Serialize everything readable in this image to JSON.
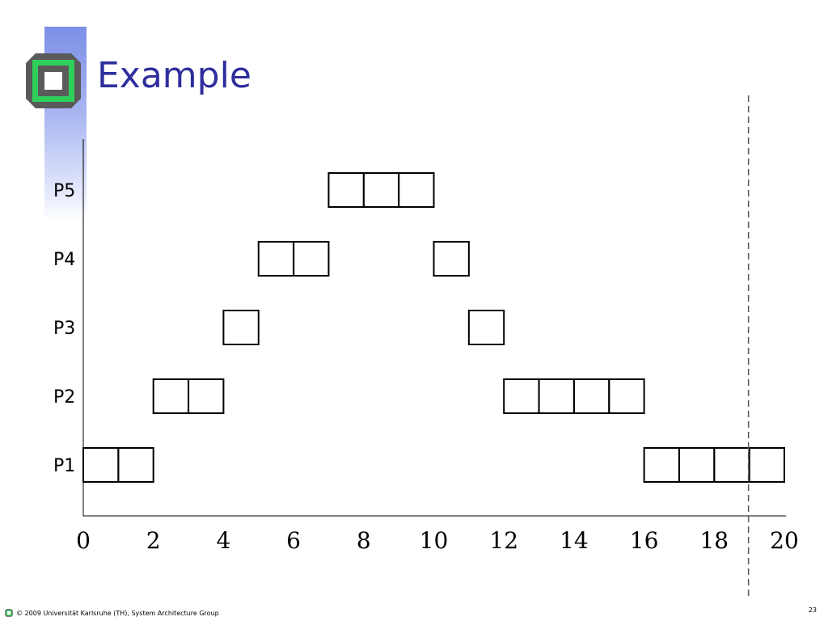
{
  "slide": {
    "title": "Example",
    "footer_text": "© 2009 Universität Karlsruhe (TH), System Architecture Group",
    "page_number": "23",
    "logo_icon": "kit-logo-icon",
    "title_color": "#2e2e9e",
    "logo_colors": {
      "frame": "#5a5a5a",
      "accent": "#2fd05a"
    }
  },
  "chart_data": {
    "type": "gantt",
    "title": "",
    "xlabel": "",
    "ylabel": "",
    "xlim": [
      0,
      20
    ],
    "x_ticks": [
      0,
      2,
      4,
      6,
      8,
      10,
      12,
      14,
      16,
      18,
      20
    ],
    "rows": [
      "P1",
      "P2",
      "P3",
      "P4",
      "P5"
    ],
    "slots": [
      {
        "row": "P1",
        "start": 0,
        "end": 1
      },
      {
        "row": "P1",
        "start": 1,
        "end": 2
      },
      {
        "row": "P2",
        "start": 2,
        "end": 3
      },
      {
        "row": "P2",
        "start": 3,
        "end": 4
      },
      {
        "row": "P3",
        "start": 4,
        "end": 5
      },
      {
        "row": "P4",
        "start": 5,
        "end": 6
      },
      {
        "row": "P4",
        "start": 6,
        "end": 7
      },
      {
        "row": "P5",
        "start": 7,
        "end": 8
      },
      {
        "row": "P5",
        "start": 8,
        "end": 9
      },
      {
        "row": "P5",
        "start": 9,
        "end": 10
      },
      {
        "row": "P4",
        "start": 10,
        "end": 11
      },
      {
        "row": "P3",
        "start": 11,
        "end": 12
      },
      {
        "row": "P2",
        "start": 12,
        "end": 13
      },
      {
        "row": "P2",
        "start": 13,
        "end": 14
      },
      {
        "row": "P2",
        "start": 14,
        "end": 15
      },
      {
        "row": "P2",
        "start": 15,
        "end": 16
      },
      {
        "row": "P1",
        "start": 16,
        "end": 17
      },
      {
        "row": "P1",
        "start": 17,
        "end": 18
      },
      {
        "row": "P1",
        "start": 18,
        "end": 19
      },
      {
        "row": "P1",
        "start": 19,
        "end": 20
      }
    ],
    "marker_line": {
      "x": 19,
      "style": "dashed"
    },
    "grid": false
  }
}
